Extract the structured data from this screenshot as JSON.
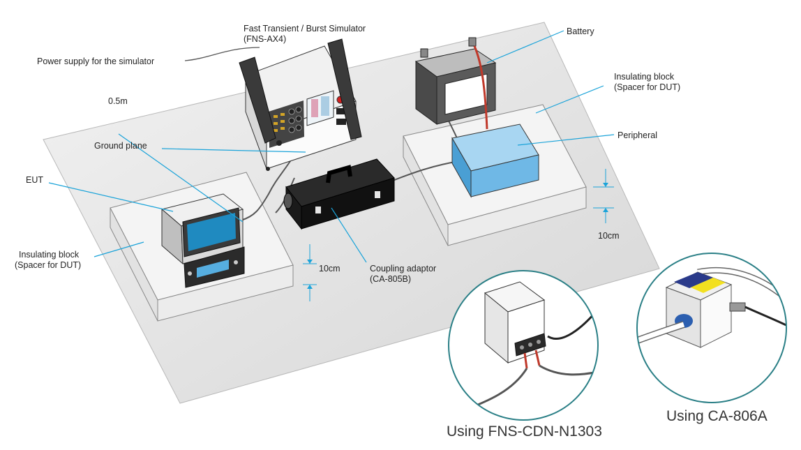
{
  "labels": {
    "simulator_line1": "Fast Transient / Burst Simulator",
    "simulator_line2": "(FNS-AX4)",
    "power_supply": "Power supply for the simulator",
    "distance": "0.5m",
    "ground_plane": "Ground plane",
    "eut": "EUT",
    "insulating_left_line1": "Insulating block",
    "insulating_left_line2": "(Spacer for DUT)",
    "height_left": "10cm",
    "coupling_line1": "Coupling adaptor",
    "coupling_line2": "(CA-805B)",
    "battery": "Battery",
    "insulating_right_line1": "Insulating block",
    "insulating_right_line2": "(Spacer for DUT)",
    "peripheral": "Peripheral",
    "height_right": "10cm"
  },
  "captions": {
    "cdn": "Using FNS-CDN-N1303",
    "ca806": "Using CA-806A"
  },
  "colors": {
    "pointer": "#1aa3d9",
    "inset_border": "#2a7f86",
    "peripheral_fill": "#6fb8e6",
    "ground_plane": "#e4e4e4"
  }
}
